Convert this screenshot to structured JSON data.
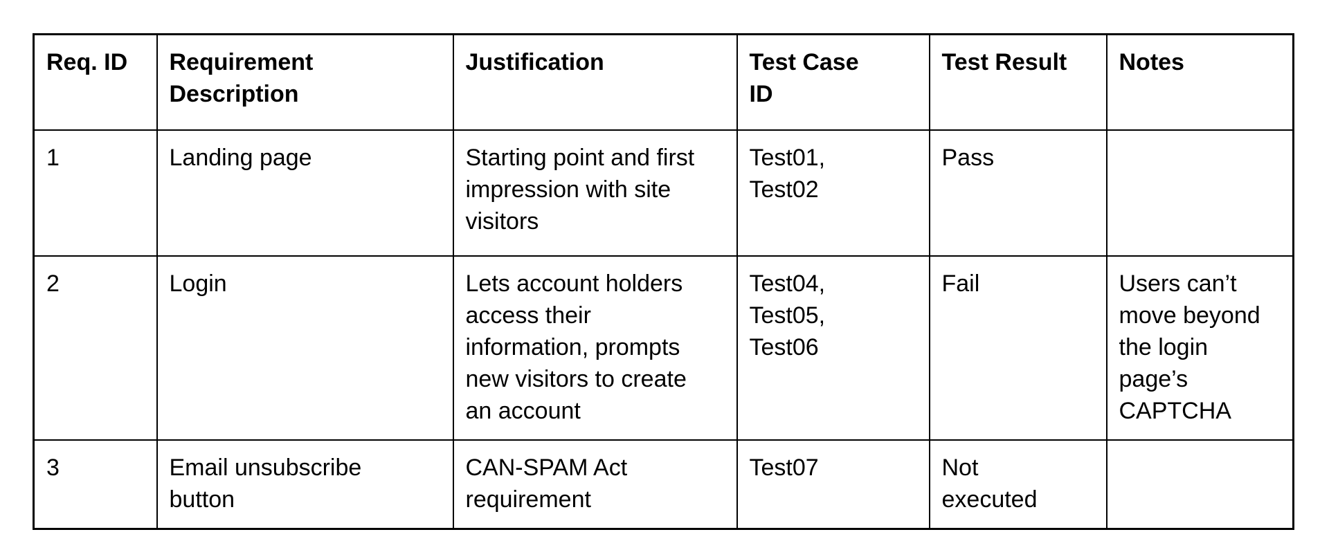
{
  "colors": {
    "page_background": "#ffffff",
    "table_border": "#000000",
    "text": "#000000"
  },
  "table": {
    "headers": [
      "Req. ID",
      "Requirement\nDescription",
      "Justification",
      "Test Case\nID",
      "Test Result",
      "Notes"
    ],
    "rows": [
      {
        "req_id": "1",
        "description": "Landing page",
        "justification": "Starting point and first\nimpression with site\nvisitors",
        "test_case_id": "Test01,\nTest02",
        "test_result": "Pass",
        "notes": ""
      },
      {
        "req_id": "2",
        "description": "Login",
        "justification": "Lets account holders\naccess their\ninformation, prompts\nnew visitors to create\nan account",
        "test_case_id": "Test04,\nTest05,\nTest06",
        "test_result": "Fail",
        "notes": "Users can’t\nmove beyond\nthe login\npage’s\nCAPTCHA"
      },
      {
        "req_id": "3",
        "description": "Email unsubscribe\nbutton",
        "justification": "CAN-SPAM Act\nrequirement",
        "test_case_id": "Test07",
        "test_result": "Not\nexecuted",
        "notes": ""
      }
    ]
  }
}
